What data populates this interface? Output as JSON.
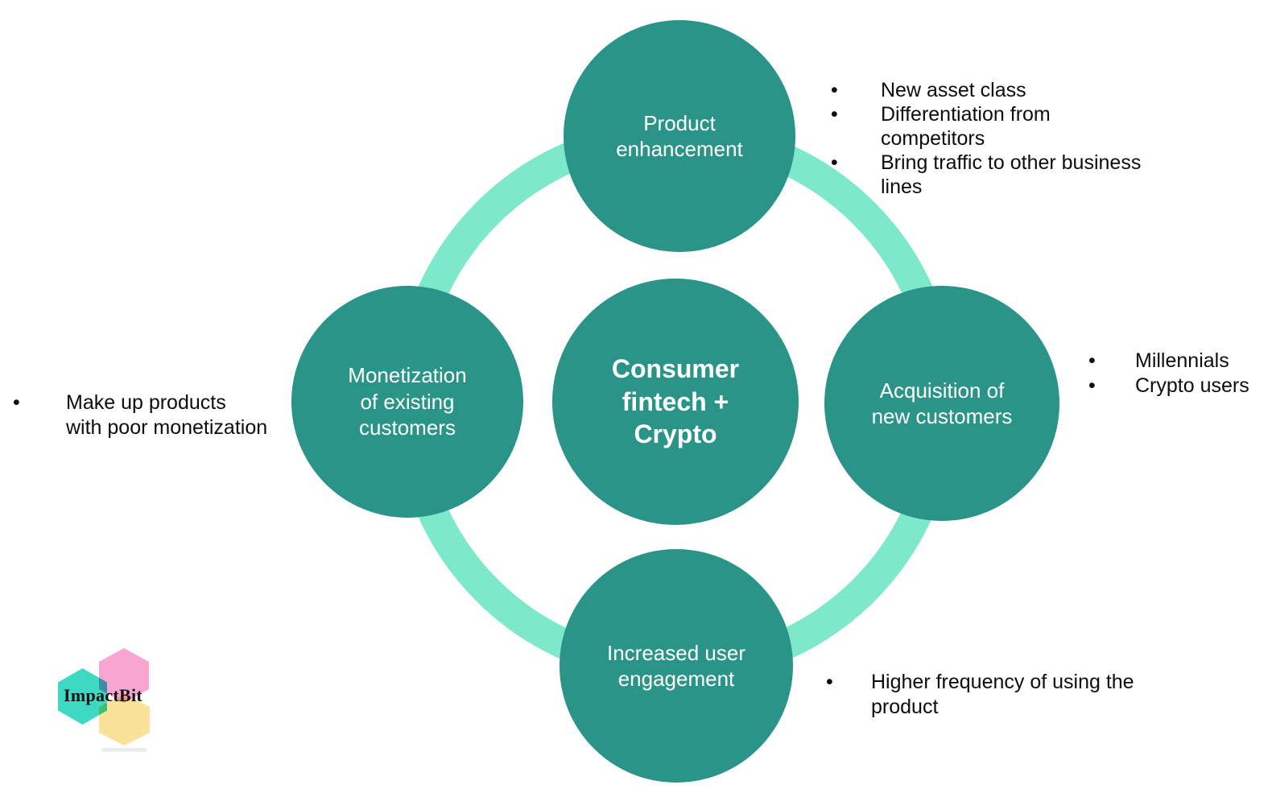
{
  "diagram": {
    "center": {
      "label": "Consumer fintech + Crypto"
    },
    "nodes": {
      "top": {
        "label": "Product enhancement"
      },
      "right": {
        "label": "Acquisition of new customers"
      },
      "bottom": {
        "label": "Increased user engagement"
      },
      "left": {
        "label": "Monetization of existing customers"
      }
    },
    "colors": {
      "node_fill": "#2a9488",
      "ring": "#7ee8ca",
      "node_text": "#ffffff",
      "bullet_text": "#0d0d0d"
    }
  },
  "panels": {
    "top_right": {
      "items": [
        {
          "lines": [
            "New asset class",
            ""
          ]
        },
        {
          "lines": [
            "Differentiation from",
            "competitors"
          ]
        },
        {
          "lines": [
            "Bring traffic to other business",
            "lines"
          ]
        }
      ]
    },
    "right": {
      "items": [
        {
          "lines": [
            "Millennials",
            ""
          ]
        },
        {
          "lines": [
            "Crypto users",
            ""
          ]
        }
      ]
    },
    "left": {
      "items": [
        {
          "lines": [
            "Make up products",
            "with poor monetization"
          ]
        }
      ]
    },
    "bottom": {
      "items": [
        {
          "lines": [
            "Higher frequency of using the",
            "product"
          ]
        }
      ]
    }
  },
  "logo": {
    "text": "ImpactBit",
    "colors": {
      "teal": "#3dd9c3",
      "pink": "#f9a6d3",
      "yellow": "#fae398"
    }
  }
}
